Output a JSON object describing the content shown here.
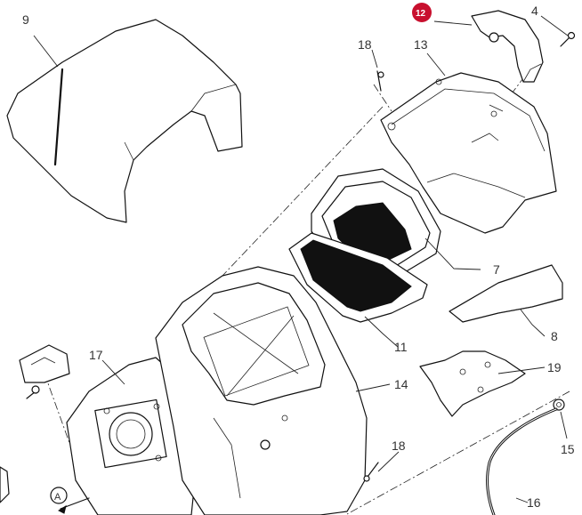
{
  "diagram": {
    "labels": {
      "p9": "9",
      "p12": "12",
      "p4": "4",
      "p18a": "18",
      "p13": "13",
      "p7": "7",
      "p8": "8",
      "p11": "11",
      "p17": "17",
      "p14": "14",
      "p19": "19",
      "p15": "15",
      "p18b": "18",
      "p16": "16",
      "ref_a": "A"
    },
    "colors": {
      "badge": "#c8102e",
      "line": "#111111",
      "label": "#333333"
    }
  }
}
